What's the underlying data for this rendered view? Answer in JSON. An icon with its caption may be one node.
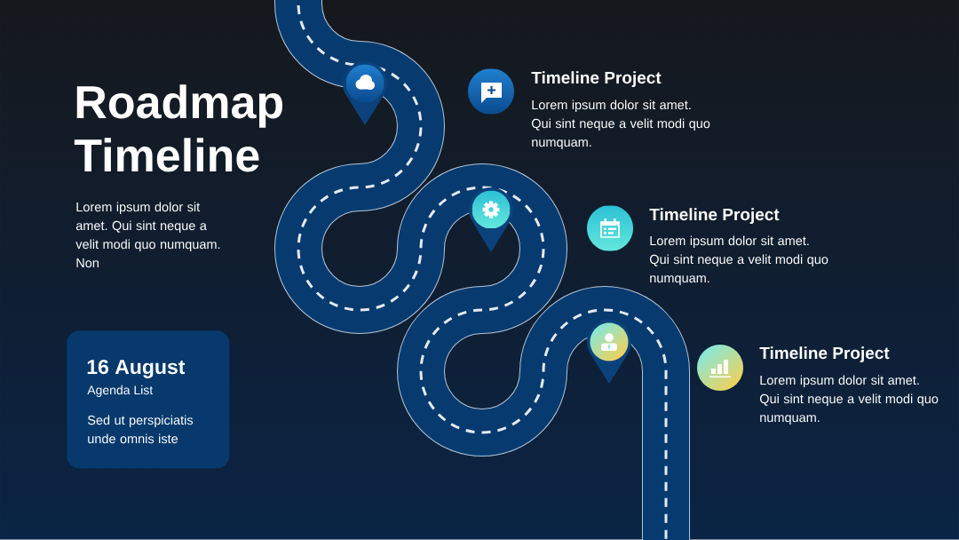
{
  "diagram": {
    "title": "Roadmap Timeline",
    "nodes": [
      {
        "text": [
          "16 August",
          "Agenda List",
          "Sed ut perspiciatis unde omnis iste"
        ]
      }
    ],
    "labels": [
      "Lorem ipsum dolor sit amet. Qui sint neque a velit modi quo numquam. Non",
      "Timeline Project",
      "Lorem ipsum dolor sit amet. Qui sint neque a velit modi quo numquam.",
      "Timeline Project",
      "Lorem ipsum dolor sit amet. Qui sint neque a velit modi quo numquam.",
      "Timeline Project",
      "Lorem ipsum dolor sit amet. Qui sint neque a velit modi quo numquam."
    ]
  }
}
